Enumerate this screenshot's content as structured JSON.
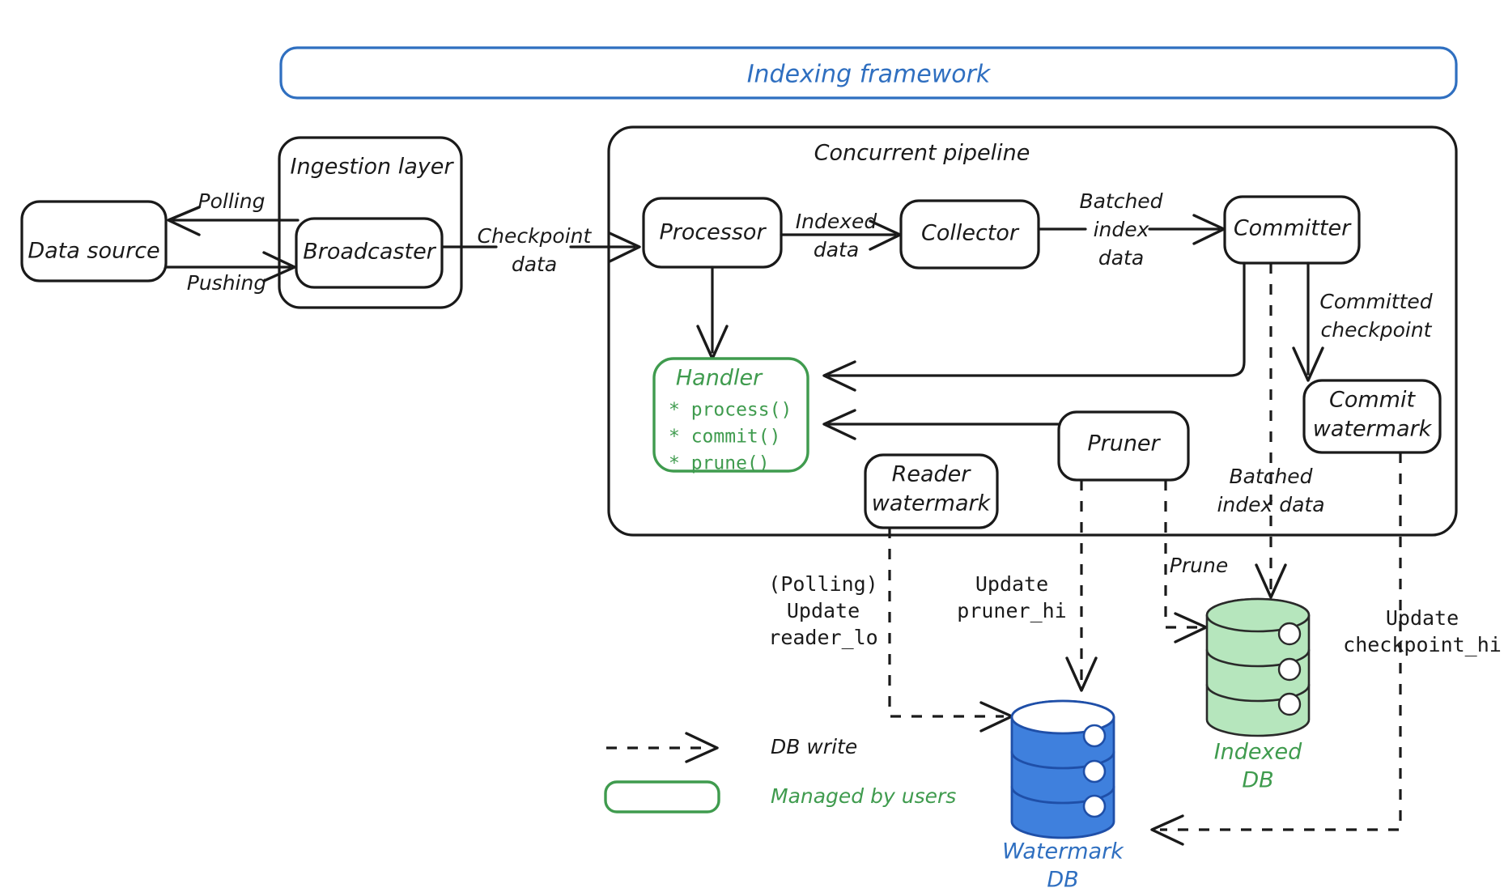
{
  "diagram": {
    "title": "Indexing framework",
    "title_color": "#2f6fc0",
    "accent_green": "#3f9b4e",
    "accent_blue": "#2f6fc0"
  },
  "containers": {
    "framework": "Indexing framework",
    "ingestion": "Ingestion layer",
    "pipeline": "Concurrent pipeline"
  },
  "nodes": {
    "data_source": "Data source",
    "broadcaster": "Broadcaster",
    "processor": "Processor",
    "collector": "Collector",
    "committer": "Committer",
    "commit_watermark_l1": "Commit",
    "commit_watermark_l2": "watermark",
    "handler_title": "Handler",
    "handler_methods": [
      "* process()",
      "* commit()",
      "* prune()"
    ],
    "reader_watermark_l1": "Reader",
    "reader_watermark_l2": "watermark",
    "pruner": "Pruner",
    "indexed_db_l1": "Indexed",
    "indexed_db_l2": "DB",
    "watermark_db_l1": "Watermark",
    "watermark_db_l2": "DB"
  },
  "edge_labels": {
    "polling": "Polling",
    "pushing": "Pushing",
    "checkpoint_data_l1": "Checkpoint",
    "checkpoint_data_l2": "data",
    "indexed_data_l1": "Indexed",
    "indexed_data_l2": "data",
    "batched_index_data_l1": "Batched",
    "batched_index_data_l2": "index",
    "batched_index_data_l3": "data",
    "committed_checkpoint_l1": "Committed",
    "committed_checkpoint_l2": "checkpoint",
    "batched_index_data2_l1": "Batched",
    "batched_index_data2_l2": "index data",
    "prune": "Prune",
    "polling_update_l1": "(Polling)",
    "polling_update_l2": "Update",
    "polling_update_l3": "reader_lo",
    "update_pruner_l1": "Update",
    "update_pruner_l2": "pruner_hi",
    "update_checkpoint_l1": "Update",
    "update_checkpoint_l2": "checkpoint_hi"
  },
  "legend": {
    "db_write": "DB write",
    "managed_by_users": "Managed by users"
  }
}
